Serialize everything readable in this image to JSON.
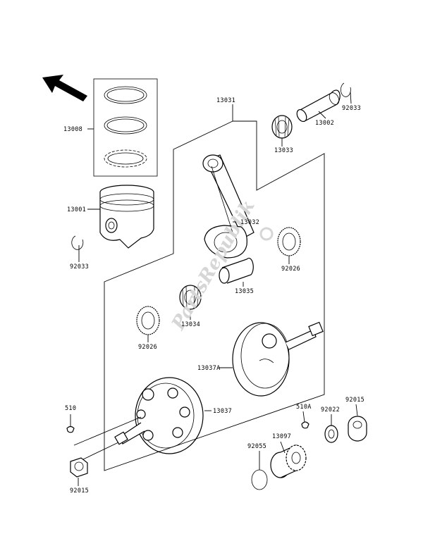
{
  "watermark": "PartsRepublik",
  "labels": {
    "p13008": "13008",
    "p13001": "13001",
    "p92033_left": "92033",
    "p13031": "13031",
    "p13032": "13032",
    "p13033": "13033",
    "p13002": "13002",
    "p92033_right": "92033",
    "p92026_right": "92026",
    "p13035": "13035",
    "p13034": "13034",
    "p92026_left": "92026",
    "p13037A": "13037A",
    "p13037": "13037",
    "p510": "510",
    "p510A": "510A",
    "p92022": "92022",
    "p92015_right": "92015",
    "p13097": "13097",
    "p92055": "92055",
    "p92015_left": "92015"
  }
}
